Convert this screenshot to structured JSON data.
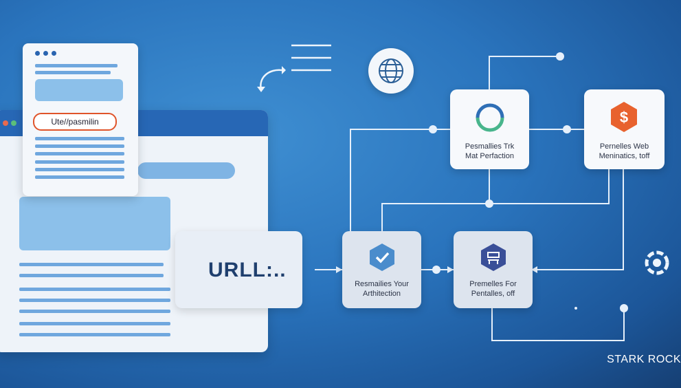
{
  "browser_back": {
    "url_pill": "Ute//pasmilin"
  },
  "url_card": {
    "text": "URLL:.."
  },
  "nodes": [
    {
      "id": "top-center",
      "line1": "Pesmallies Trk",
      "line2": "Mat Perfaction",
      "icon": "circular-arrows-icon"
    },
    {
      "id": "top-right",
      "line1": "Pernelles Web",
      "line2": "Meninatics, toff",
      "icon": "dollar-badge-icon"
    },
    {
      "id": "bottom-left",
      "line1": "Resmailies Your",
      "line2": "Arthitection",
      "icon": "shield-check-icon"
    },
    {
      "id": "bottom-right",
      "line1": "Premelles For",
      "line2": "Pentalles, off",
      "icon": "seat-icon"
    }
  ],
  "decor_icons": [
    "globe-icon",
    "hamburger-icon",
    "curved-arrow-icon",
    "settings-gear-icon"
  ],
  "brand": {
    "name": "STARK ROCK"
  },
  "colors": {
    "background": "#2a74bd",
    "accent_orange": "#e8622e",
    "dark_blue": "#1f3f6e"
  }
}
